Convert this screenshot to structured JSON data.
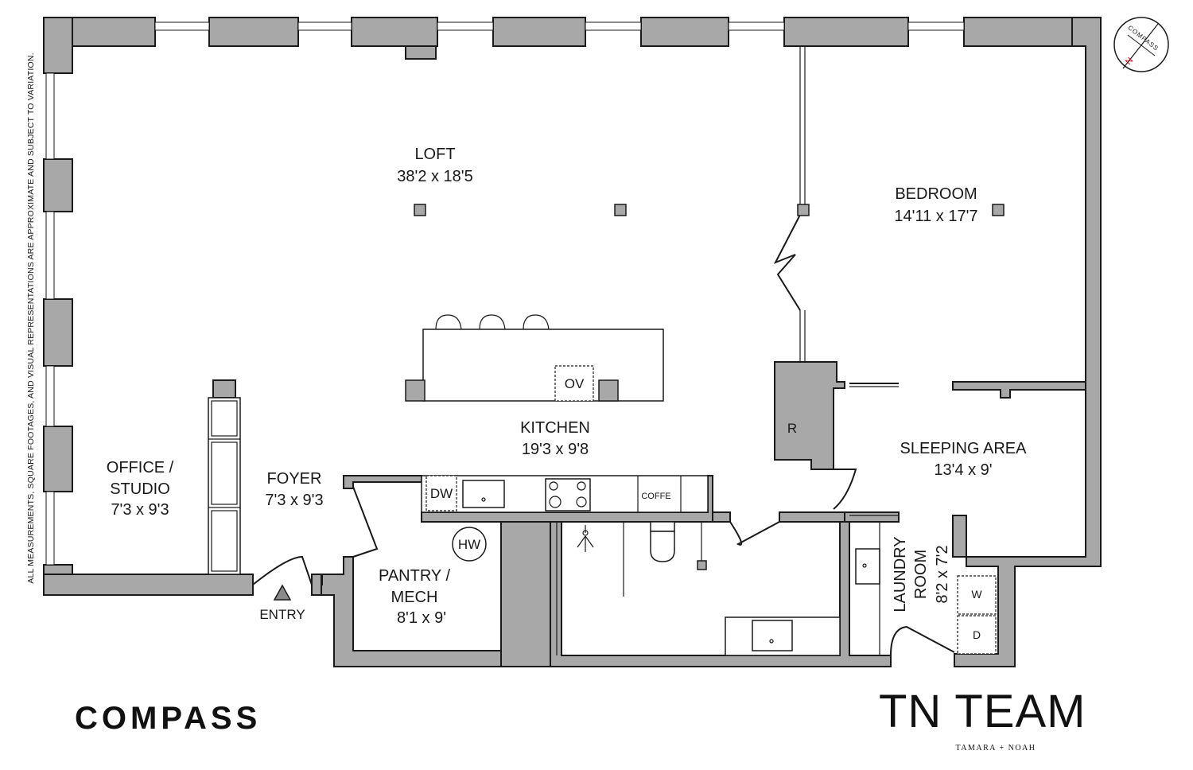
{
  "disclaimer": "ALL MEASUREMENTS, SQUARE FOOTAGES, AND VISUAL REPRESENTATIONS ARE APPROXIMATE AND SUBJECT TO VARIATION.",
  "compass_label": "COMPASS",
  "rooms": {
    "loft": {
      "name": "LOFT",
      "size": "38'2 x 18'5"
    },
    "bedroom": {
      "name": "BEDROOM",
      "size": "14'11 x 17'7"
    },
    "kitchen": {
      "name": "KITCHEN",
      "size": "19'3 x 9'8"
    },
    "sleeping_area": {
      "name": "SLEEPING AREA",
      "size": "13'4 x 9'"
    },
    "office": {
      "name_line1": "OFFICE /",
      "name_line2": "STUDIO",
      "size": "7'3 x 9'3"
    },
    "foyer": {
      "name": "FOYER",
      "size": "7'3 x 9'3"
    },
    "pantry": {
      "name_line1": "PANTRY /",
      "name_line2": "MECH",
      "size": "8'1 x 9'"
    },
    "laundry": {
      "name_line1": "LAUNDRY",
      "name_line2": "ROOM",
      "size": "8'2 x 7'2"
    }
  },
  "fixtures": {
    "oven": "OV",
    "refrigerator": "R",
    "dishwasher": "DW",
    "coffee": "COFFE",
    "water_heater": "HW",
    "washer": "W",
    "dryer": "D"
  },
  "entry_label": "ENTRY",
  "branding": {
    "brokerage": "COMPASS",
    "team": "TN TEAM",
    "team_members": "TAMARA + NOAH"
  }
}
